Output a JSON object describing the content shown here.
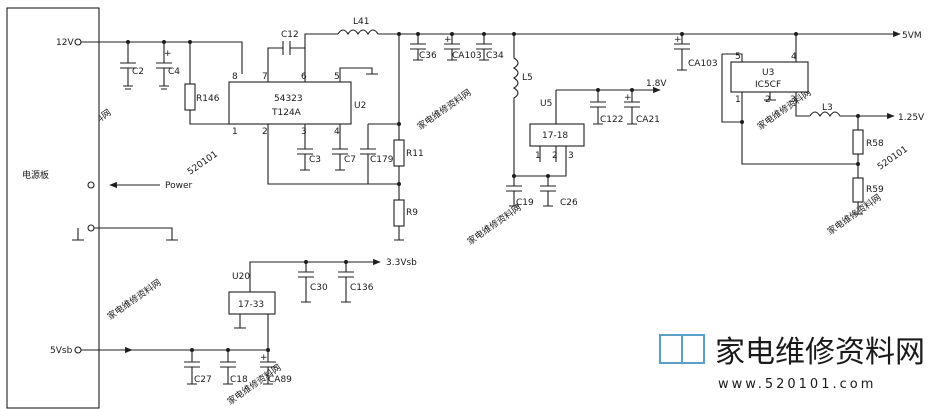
{
  "board": {
    "label": "电源板"
  },
  "ports": {
    "v12": "12V",
    "power": "Power",
    "v5sb": "5Vsb",
    "v5m": "5VM",
    "v1_8": "1.8V",
    "v1_25": "1.25V",
    "v3_3": "3.3Vsb"
  },
  "ic": {
    "u2": {
      "ref": "U2",
      "line1": "54323",
      "line2": "T124A",
      "pins": [
        "8",
        "7",
        "6",
        "5",
        "1",
        "2",
        "3",
        "4"
      ]
    },
    "u5": {
      "ref": "U5",
      "name": "17-18",
      "pins": [
        "1",
        "2",
        "3"
      ]
    },
    "u3": {
      "ref": "U3",
      "name": "IC5CF",
      "pins": [
        "5",
        "4",
        "1",
        "2",
        "3"
      ]
    },
    "u20": {
      "ref": "U20",
      "name": "17-33"
    }
  },
  "parts": {
    "C2": "C2",
    "C4": "C4",
    "R146": "R146",
    "C12": "C12",
    "L41": "L41",
    "C3": "C3",
    "C7": "C7",
    "C179": "C179",
    "R11": "R11",
    "R9": "R9",
    "C36": "C36",
    "CA103a": "CA103",
    "C34": "C34",
    "L5": "L5",
    "C122": "C122",
    "CA21": "CA21",
    "C19": "C19",
    "C26": "C26",
    "CA103b": "CA103",
    "L3": "L3",
    "R58": "R58",
    "R59": "R59",
    "C30": "C30",
    "C136": "C136",
    "C27": "C27",
    "C18": "C18",
    "CA89": "CA89"
  },
  "watermark": {
    "logo_cn": "家电维修资料网",
    "logo_url": "www.520101.com",
    "tile_text": "家电维修资料网",
    "tile_num": "520101"
  }
}
